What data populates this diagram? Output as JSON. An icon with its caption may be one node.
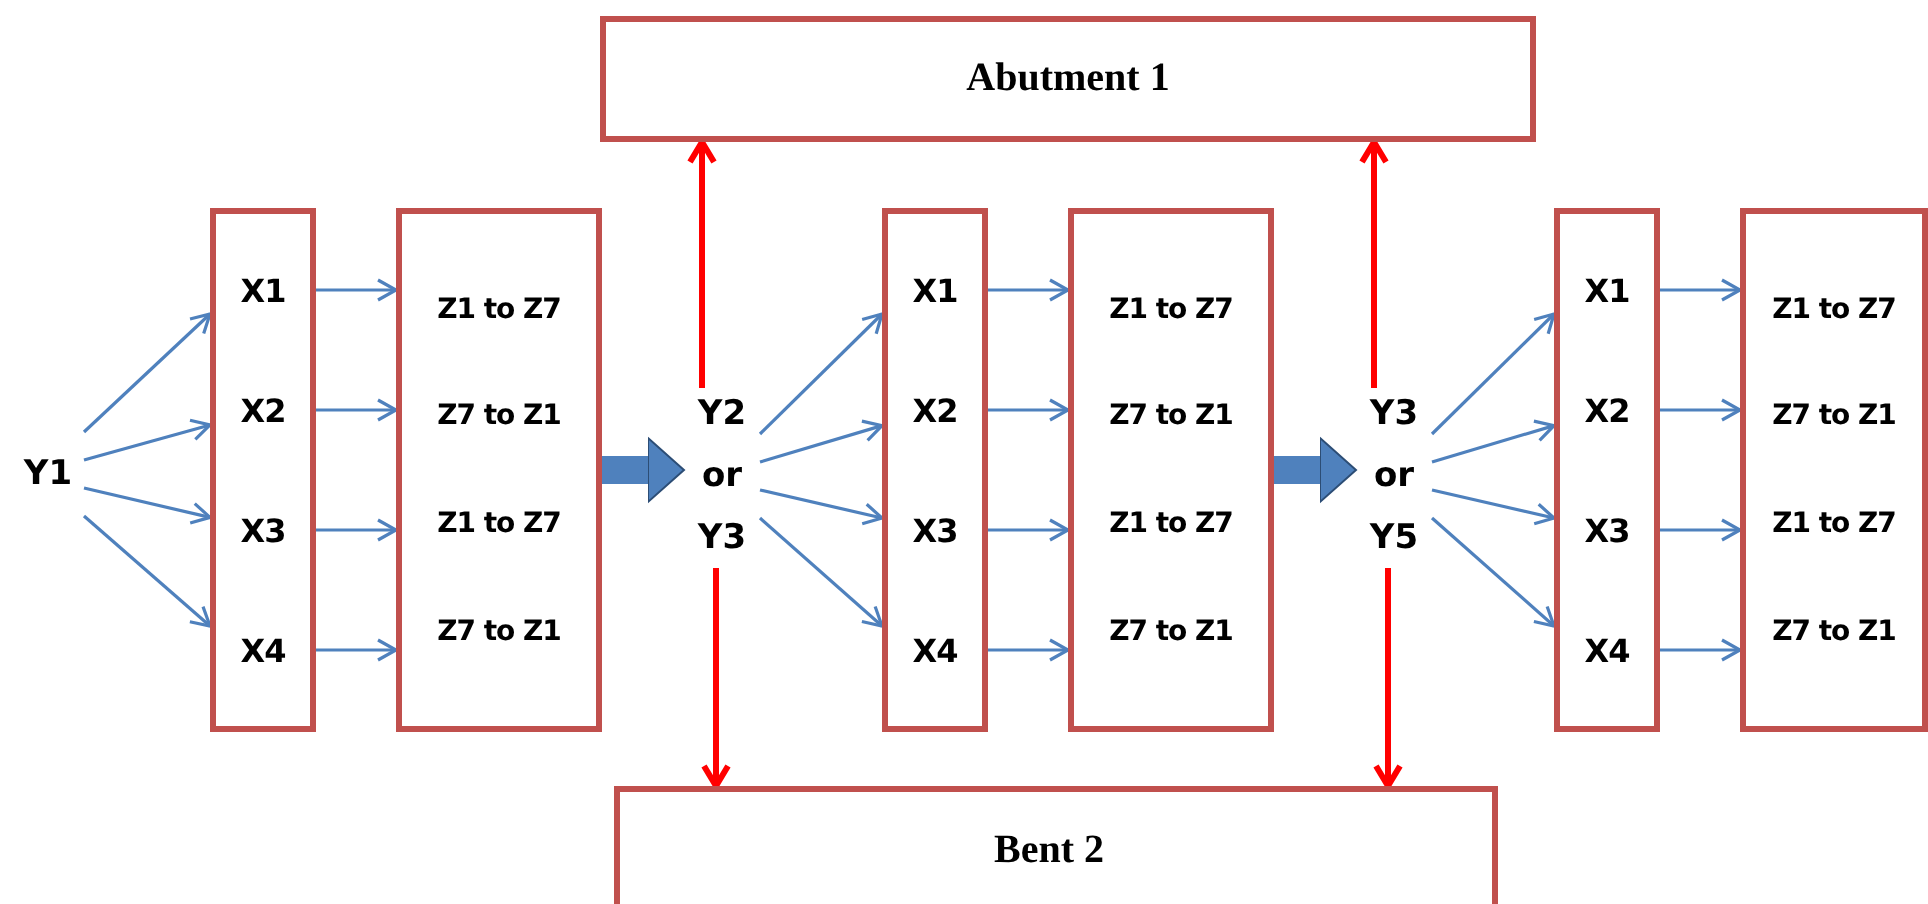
{
  "diagram": {
    "nodes": [
      {
        "text": [
          "Abutment 1"
        ]
      },
      {
        "text": [
          "Y1"
        ]
      },
      {
        "text": [],
        "shape": "box"
      },
      {
        "text": [
          "X1"
        ],
        "in": 2
      },
      {
        "text": [
          "X2"
        ],
        "in": 2
      },
      {
        "text": [
          "X3"
        ],
        "in": 2
      },
      {
        "text": [
          "X4"
        ],
        "in": 2
      },
      {
        "text": [],
        "shape": "box"
      },
      {
        "text": [
          "Z1 to Z7"
        ],
        "in": 7
      },
      {
        "text": [
          "Z7 to Z1"
        ],
        "in": 7
      },
      {
        "text": [
          "Z1 to Z7"
        ],
        "in": 7
      },
      {
        "text": [
          "Z7 to Z1"
        ],
        "in": 7
      },
      {
        "text": [
          "Y2 or Y3"
        ]
      },
      {
        "text": [],
        "shape": "box"
      },
      {
        "text": [
          "X1"
        ],
        "in": 13
      },
      {
        "text": [
          "X2"
        ],
        "in": 13
      },
      {
        "text": [
          "X3"
        ],
        "in": 13
      },
      {
        "text": [
          "X4"
        ],
        "in": 13
      },
      {
        "text": [],
        "shape": "box"
      },
      {
        "text": [
          "Z1 to Z7"
        ],
        "in": 18
      },
      {
        "text": [
          "Z7 to Z1"
        ],
        "in": 18
      },
      {
        "text": [
          "Z1 to Z7"
        ],
        "in": 18
      },
      {
        "text": [
          "Z7 to Z1"
        ],
        "in": 18
      },
      {
        "text": [
          "Y3 or Y5"
        ]
      },
      {
        "text": [],
        "shape": "box"
      },
      {
        "text": [
          "X1"
        ],
        "in": 24
      },
      {
        "text": [
          "X2"
        ],
        "in": 24
      },
      {
        "text": [
          "X3"
        ],
        "in": 24
      },
      {
        "text": [
          "X4"
        ],
        "in": 24
      },
      {
        "text": [],
        "shape": "box"
      },
      {
        "text": [
          "Z1 to Z7"
        ],
        "in": 29
      },
      {
        "text": [
          "Z7 to Z1"
        ],
        "in": 29
      },
      {
        "text": [
          "Z1 to Z7"
        ],
        "in": 29
      },
      {
        "text": [
          "Z7 to Z1"
        ],
        "in": 29
      },
      {
        "text": [
          "Bent 2"
        ]
      }
    ],
    "edges": [
      {
        "from": 1,
        "to": 3,
        "arrow": "to"
      },
      {
        "from": 1,
        "to": 4,
        "arrow": "to"
      },
      {
        "from": 1,
        "to": 5,
        "arrow": "to"
      },
      {
        "from": 1,
        "to": 6,
        "arrow": "to"
      },
      {
        "from": 3,
        "to": 8,
        "arrow": "to"
      },
      {
        "from": 4,
        "to": 9,
        "arrow": "to"
      },
      {
        "from": 5,
        "to": 10,
        "arrow": "to"
      },
      {
        "from": 6,
        "to": 11,
        "arrow": "to"
      },
      {
        "from": 7,
        "to": 12,
        "arrow": "to",
        "style": "thick"
      },
      {
        "from": 12,
        "to": 0,
        "arrow": "to",
        "color": "#ff0000"
      },
      {
        "from": 12,
        "to": 34,
        "arrow": "to",
        "color": "#ff0000"
      },
      {
        "from": 12,
        "to": 14,
        "arrow": "to"
      },
      {
        "from": 12,
        "to": 15,
        "arrow": "to"
      },
      {
        "from": 12,
        "to": 16,
        "arrow": "to"
      },
      {
        "from": 12,
        "to": 17,
        "arrow": "to"
      },
      {
        "from": 14,
        "to": 19,
        "arrow": "to"
      },
      {
        "from": 15,
        "to": 20,
        "arrow": "to"
      },
      {
        "from": 16,
        "to": 21,
        "arrow": "to"
      },
      {
        "from": 17,
        "to": 22,
        "arrow": "to"
      },
      {
        "from": 18,
        "to": 23,
        "arrow": "to",
        "style": "thick"
      },
      {
        "from": 23,
        "to": 0,
        "arrow": "to",
        "color": "#ff0000"
      },
      {
        "from": 23,
        "to": 34,
        "arrow": "to",
        "color": "#ff0000"
      },
      {
        "from": 23,
        "to": 25,
        "arrow": "to"
      },
      {
        "from": 23,
        "to": 26,
        "arrow": "to"
      },
      {
        "from": 23,
        "to": 27,
        "arrow": "to"
      },
      {
        "from": 23,
        "to": 28,
        "arrow": "to"
      },
      {
        "from": 25,
        "to": 30,
        "arrow": "to"
      },
      {
        "from": 26,
        "to": 31,
        "arrow": "to"
      },
      {
        "from": 27,
        "to": 32,
        "arrow": "to"
      },
      {
        "from": 28,
        "to": 33,
        "arrow": "to"
      }
    ]
  }
}
